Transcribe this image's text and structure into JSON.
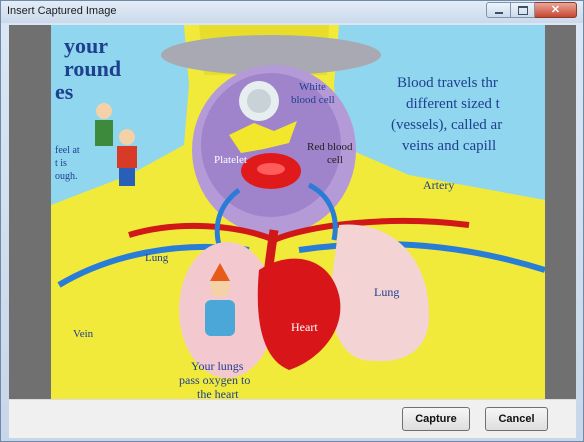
{
  "window": {
    "title": "Insert Captured Image"
  },
  "image": {
    "heading_fragments": [
      "your",
      "round",
      "es"
    ],
    "blood_text": [
      "Blood travels thr",
      "different sized t",
      "(vessels), called ar",
      "veins and capill"
    ],
    "white_cell_label": [
      "White",
      "blood cell"
    ],
    "platelet_label": "Platelet",
    "red_cell_label": [
      "Red blood",
      "cell"
    ],
    "artery_label": "Artery",
    "lung_left_label": "Lung",
    "lung_right_label": "Lung",
    "heart_label": "Heart",
    "vein_label": "Vein",
    "feel_text": [
      "feel at",
      "t is",
      "ough."
    ],
    "lungs_caption": [
      "Your lungs",
      "pass oxygen to",
      "the heart"
    ]
  },
  "footer": {
    "capture_label": "Capture",
    "cancel_label": "Cancel"
  }
}
